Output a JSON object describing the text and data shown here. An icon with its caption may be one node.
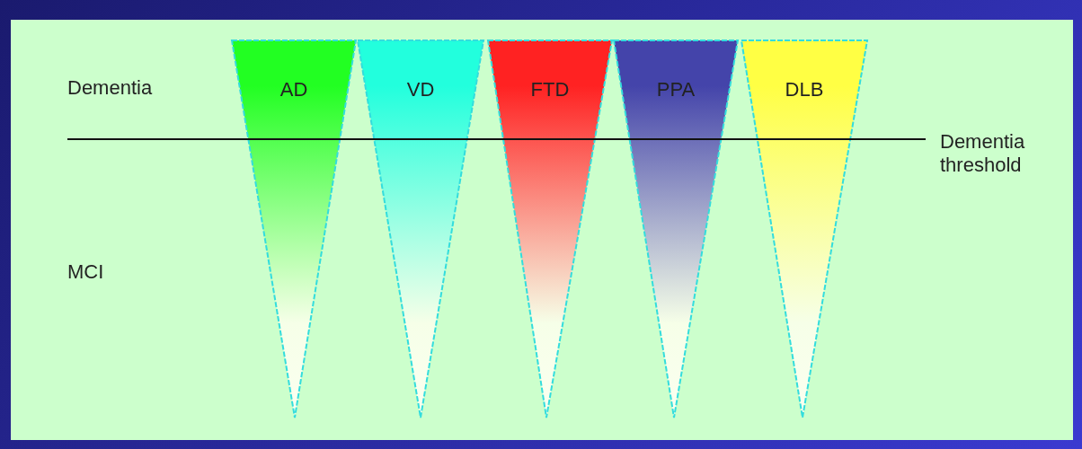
{
  "diagram": {
    "nodes": [
      {
        "text": [
          "AD"
        ]
      },
      {
        "text": [
          "VD"
        ]
      },
      {
        "text": [
          "FTD"
        ]
      },
      {
        "text": [
          "PPA"
        ]
      },
      {
        "text": [
          "DLB"
        ]
      }
    ],
    "labels": [
      "Dementia",
      "Dementia threshold",
      "MCI"
    ]
  }
}
